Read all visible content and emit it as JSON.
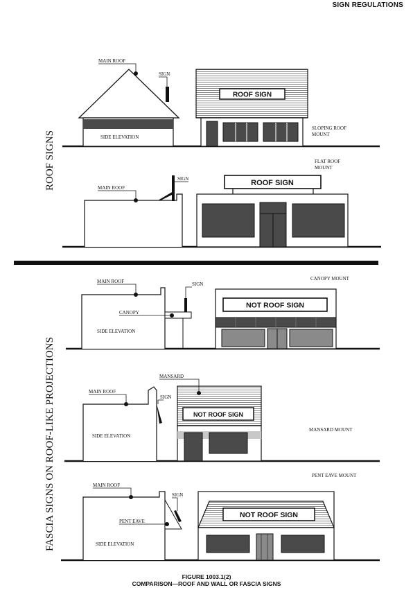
{
  "header": {
    "title": "SIGN REGULATIONS"
  },
  "sections": {
    "roof_signs": "ROOF SIGNS",
    "fascia_signs": "FASCIA SIGNS ON ROOF-LIKE PROJECTIONS"
  },
  "panels": {
    "sloping": {
      "main_roof": "MAIN ROOF",
      "sign": "SIGN",
      "side_elevation": "SIDE ELEVATION",
      "board": "ROOF SIGN",
      "mount_line1": "SLOPING ROOF",
      "mount_line2": "MOUNT"
    },
    "flat": {
      "mount_line1": "FLAT ROOF",
      "mount_line2": "MOUNT",
      "main_roof": "MAIN ROOF",
      "sign": "SIGN",
      "board": "ROOF SIGN"
    },
    "canopy": {
      "mount": "CANOPY MOUNT",
      "main_roof": "MAIN ROOF",
      "sign": "SIGN",
      "canopy": "CANOPY",
      "side_elevation": "SIDE ELEVATION",
      "board": "NOT ROOF SIGN"
    },
    "mansard": {
      "mansard": "MANSARD",
      "main_roof": "MAIN ROOF",
      "sign": "SIGN",
      "side_elevation": "SIDE ELEVATION",
      "board": "NOT ROOF SIGN",
      "mount": "MANSARD MOUNT"
    },
    "pent": {
      "mount": "PENT EAVE MOUNT",
      "main_roof": "MAIN ROOF",
      "sign": "SIGN",
      "pent_eave": "PENT EAVE",
      "side_elevation": "SIDE ELEVATION",
      "board": "NOT ROOF SIGN"
    }
  },
  "caption": {
    "figure": "FIGURE 1003.1(2)",
    "title": "COMPARISON—ROOF AND WALL OR FASCIA SIGNS"
  },
  "colors": {
    "ink": "#111111",
    "dark_fill": "#4a4a4a",
    "mid_fill": "#8a8a8a",
    "light_fill": "#c8c8c8"
  }
}
